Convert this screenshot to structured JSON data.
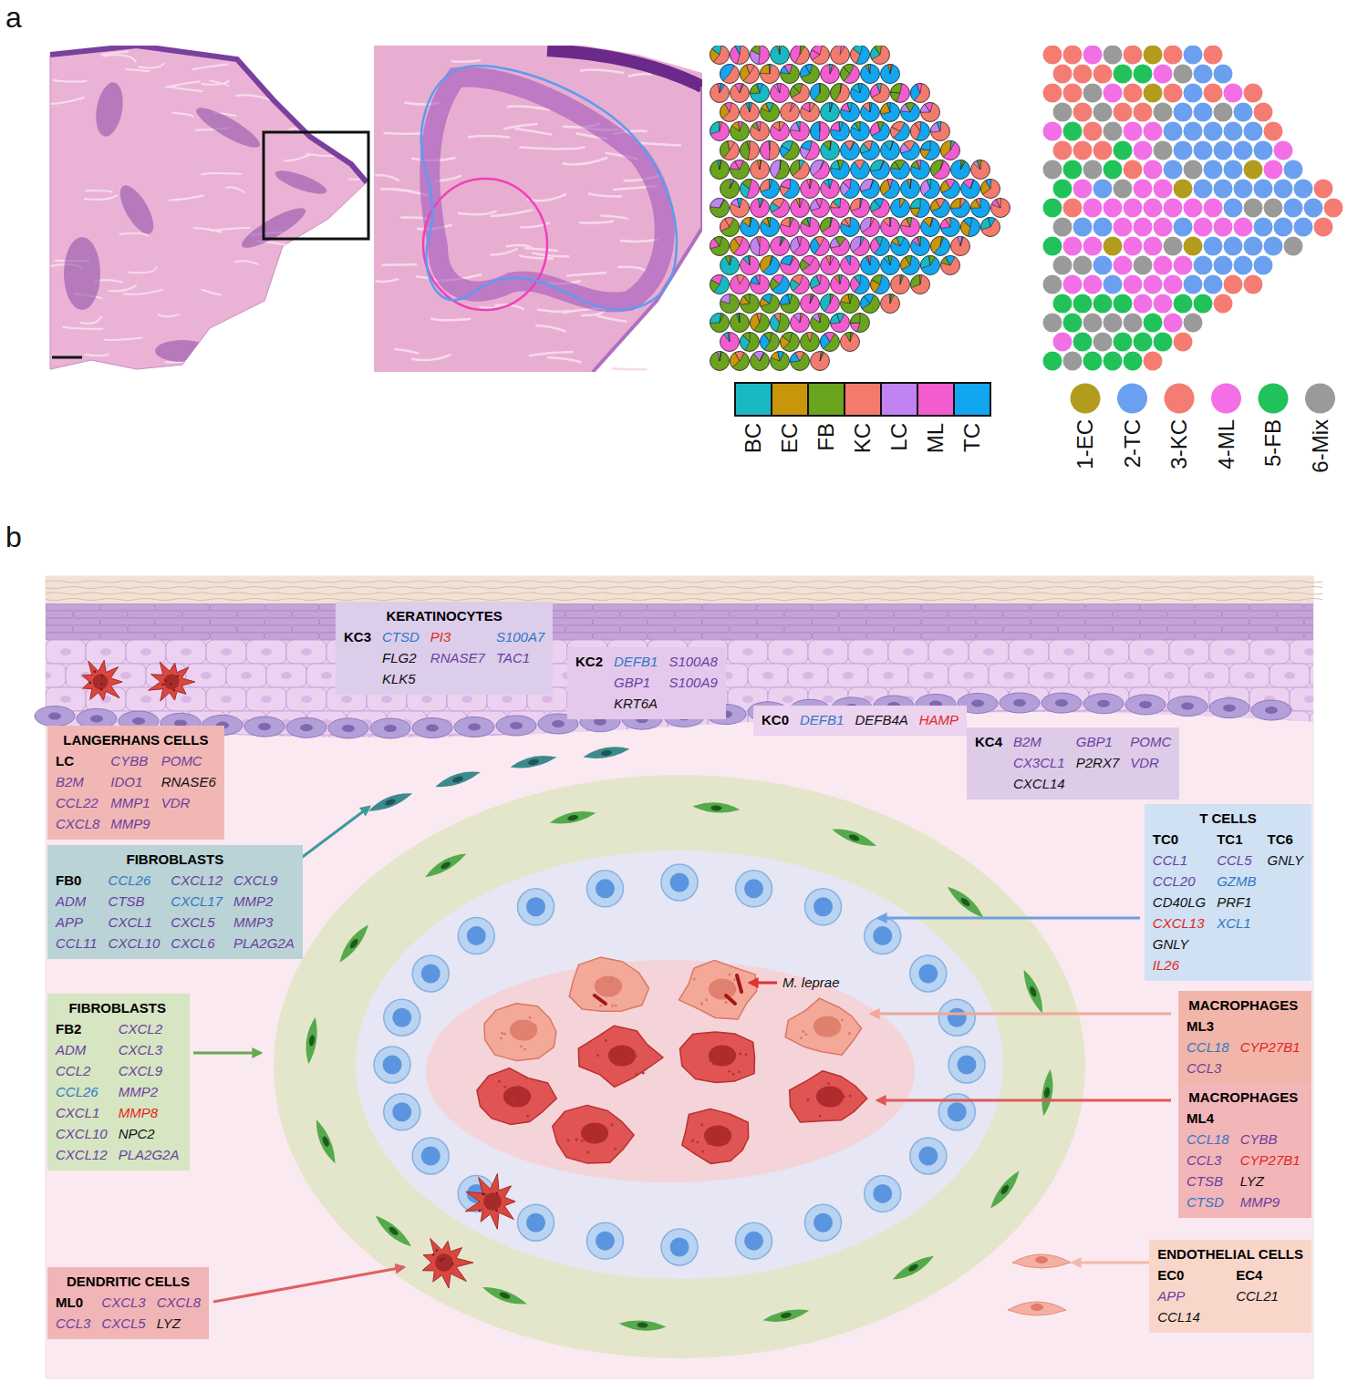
{
  "diagram": {
    "nodes": [
      {
        "text": [
          "KERATINOCYTES",
          "KC3",
          "CTSD",
          "PI3",
          "S100A7",
          "FLG2",
          "RNASE7",
          "TAC1",
          "KLK5"
        ]
      },
      {
        "text": [
          "KC2",
          "DEFB1",
          "S100A8",
          "GBP1",
          "S100A9",
          "KRT6A"
        ]
      },
      {
        "text": [
          "KC0",
          "DEFB1",
          "DEFB4A",
          "HAMP"
        ]
      },
      {
        "text": [
          "LANGERHANS CELLS",
          "LC",
          "CYBB",
          "POMC",
          "B2M",
          "IDO1",
          "RNASE6",
          "CCL22",
          "MMP1",
          "VDR",
          "CXCL8",
          "MMP9"
        ]
      },
      {
        "text": [
          "KC4",
          "B2M",
          "GBP1",
          "POMC",
          "CX3CL1",
          "P2RX7",
          "VDR",
          "CXCL14"
        ]
      },
      {
        "text": [
          "FIBROBLASTS",
          "FB0",
          "CCL26",
          "CXCL12",
          "CXCL9",
          "ADM",
          "CTSB",
          "CXCL17",
          "MMP2",
          "APP",
          "CXCL1",
          "CXCL5",
          "MMP3",
          "CCL11",
          "CXCL10",
          "CXCL6",
          "PLA2G2A"
        ]
      },
      {
        "text": [
          "T CELLS",
          "TC0",
          "TC1",
          "TC6",
          "CCL1",
          "CCL5",
          "GNLY",
          "CCL20",
          "GZMB",
          "CD40LG",
          "PRF1",
          "CXCL13",
          "XCL1",
          "GNLY",
          "IL26"
        ]
      },
      {
        "text": [
          "FIBROBLASTS",
          "FB2",
          "CXCL2",
          "ADM",
          "CXCL3",
          "CCL2",
          "CXCL9",
          "CCL26",
          "MMP2",
          "CXCL1",
          "MMP8",
          "CXCL10",
          "NPC2",
          "CXCL12",
          "PLA2G2A"
        ]
      },
      {
        "text": [
          "MACROPHAGES",
          "ML3",
          "CCL18",
          "CYP27B1",
          "CCL3"
        ]
      },
      {
        "text": [
          "MACROPHAGES",
          "ML4",
          "CCL18",
          "CYBB",
          "CCL3",
          "CYP27B1",
          "CTSB",
          "LYZ",
          "CTSD",
          "MMP9"
        ]
      },
      {
        "text": [
          "DENDRITIC CELLS",
          "ML0",
          "CXCL3",
          "CXCL8",
          "CCL3",
          "CXCL5",
          "LYZ"
        ]
      },
      {
        "text": [
          "ENDOTHELIAL CELLS",
          "EC0",
          "EC4",
          "APP",
          "CCL21",
          "CCL14"
        ]
      }
    ],
    "labels": [
      "a",
      "b",
      "M. leprae"
    ],
    "legend": [
      {
        "text": "BC",
        "color": "#19b9c3"
      },
      {
        "text": "EC",
        "color": "#c8960a"
      },
      {
        "text": "FB",
        "color": "#6aa31c"
      },
      {
        "text": "KC",
        "color": "#f37b6e"
      },
      {
        "text": "LC",
        "color": "#c283f2"
      },
      {
        "text": "ML",
        "color": "#f25ccf"
      },
      {
        "text": "TC",
        "color": "#12a6f0"
      },
      {
        "text": "1-EC",
        "color": "#b39b1e"
      },
      {
        "text": "2-TC",
        "color": "#6b9ff0"
      },
      {
        "text": "3-KC",
        "color": "#f47c72"
      },
      {
        "text": "4-ML",
        "color": "#f26fe6"
      },
      {
        "text": "5-FB",
        "color": "#22c25a"
      },
      {
        "text": "6-Mix",
        "color": "#9a9a9a"
      }
    ]
  }
}
